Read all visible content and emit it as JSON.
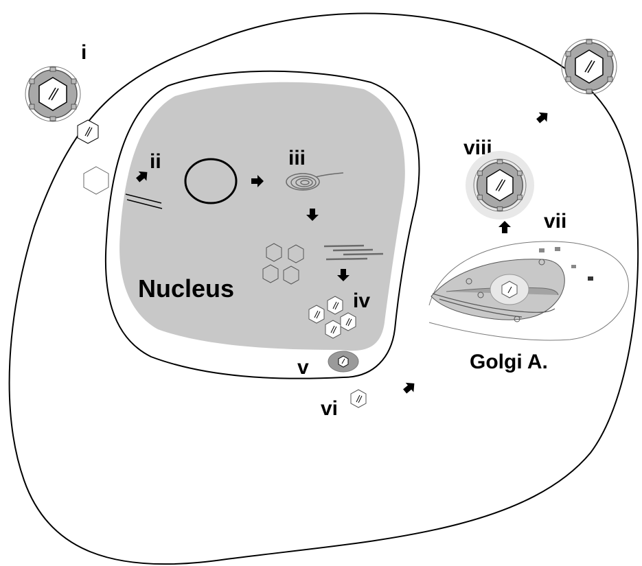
{
  "labels": {
    "step_i": "i",
    "step_ii": "ii",
    "step_iii": "iii",
    "step_iv": "iv",
    "step_v": "v",
    "step_vi": "vi",
    "step_vii": "vii",
    "step_viii": "viii",
    "nucleus": "Nucleus",
    "golgi": "Golgi A."
  },
  "colors": {
    "nucleus_fill": "#c8c8c8",
    "golgi_fill": "#c8c8c8",
    "golgi_dark": "#9a9a9a",
    "capsid_fill": "#ffffff",
    "envelope_fill": "#a8a8a8",
    "vesicle_fill": "#e8e8e8",
    "outline": "#000000",
    "dna": "#6a6a6a"
  },
  "icons": [
    "virion-icon",
    "capsid-icon",
    "dna-circle-icon",
    "dna-strand-icon",
    "arrow-icon"
  ]
}
